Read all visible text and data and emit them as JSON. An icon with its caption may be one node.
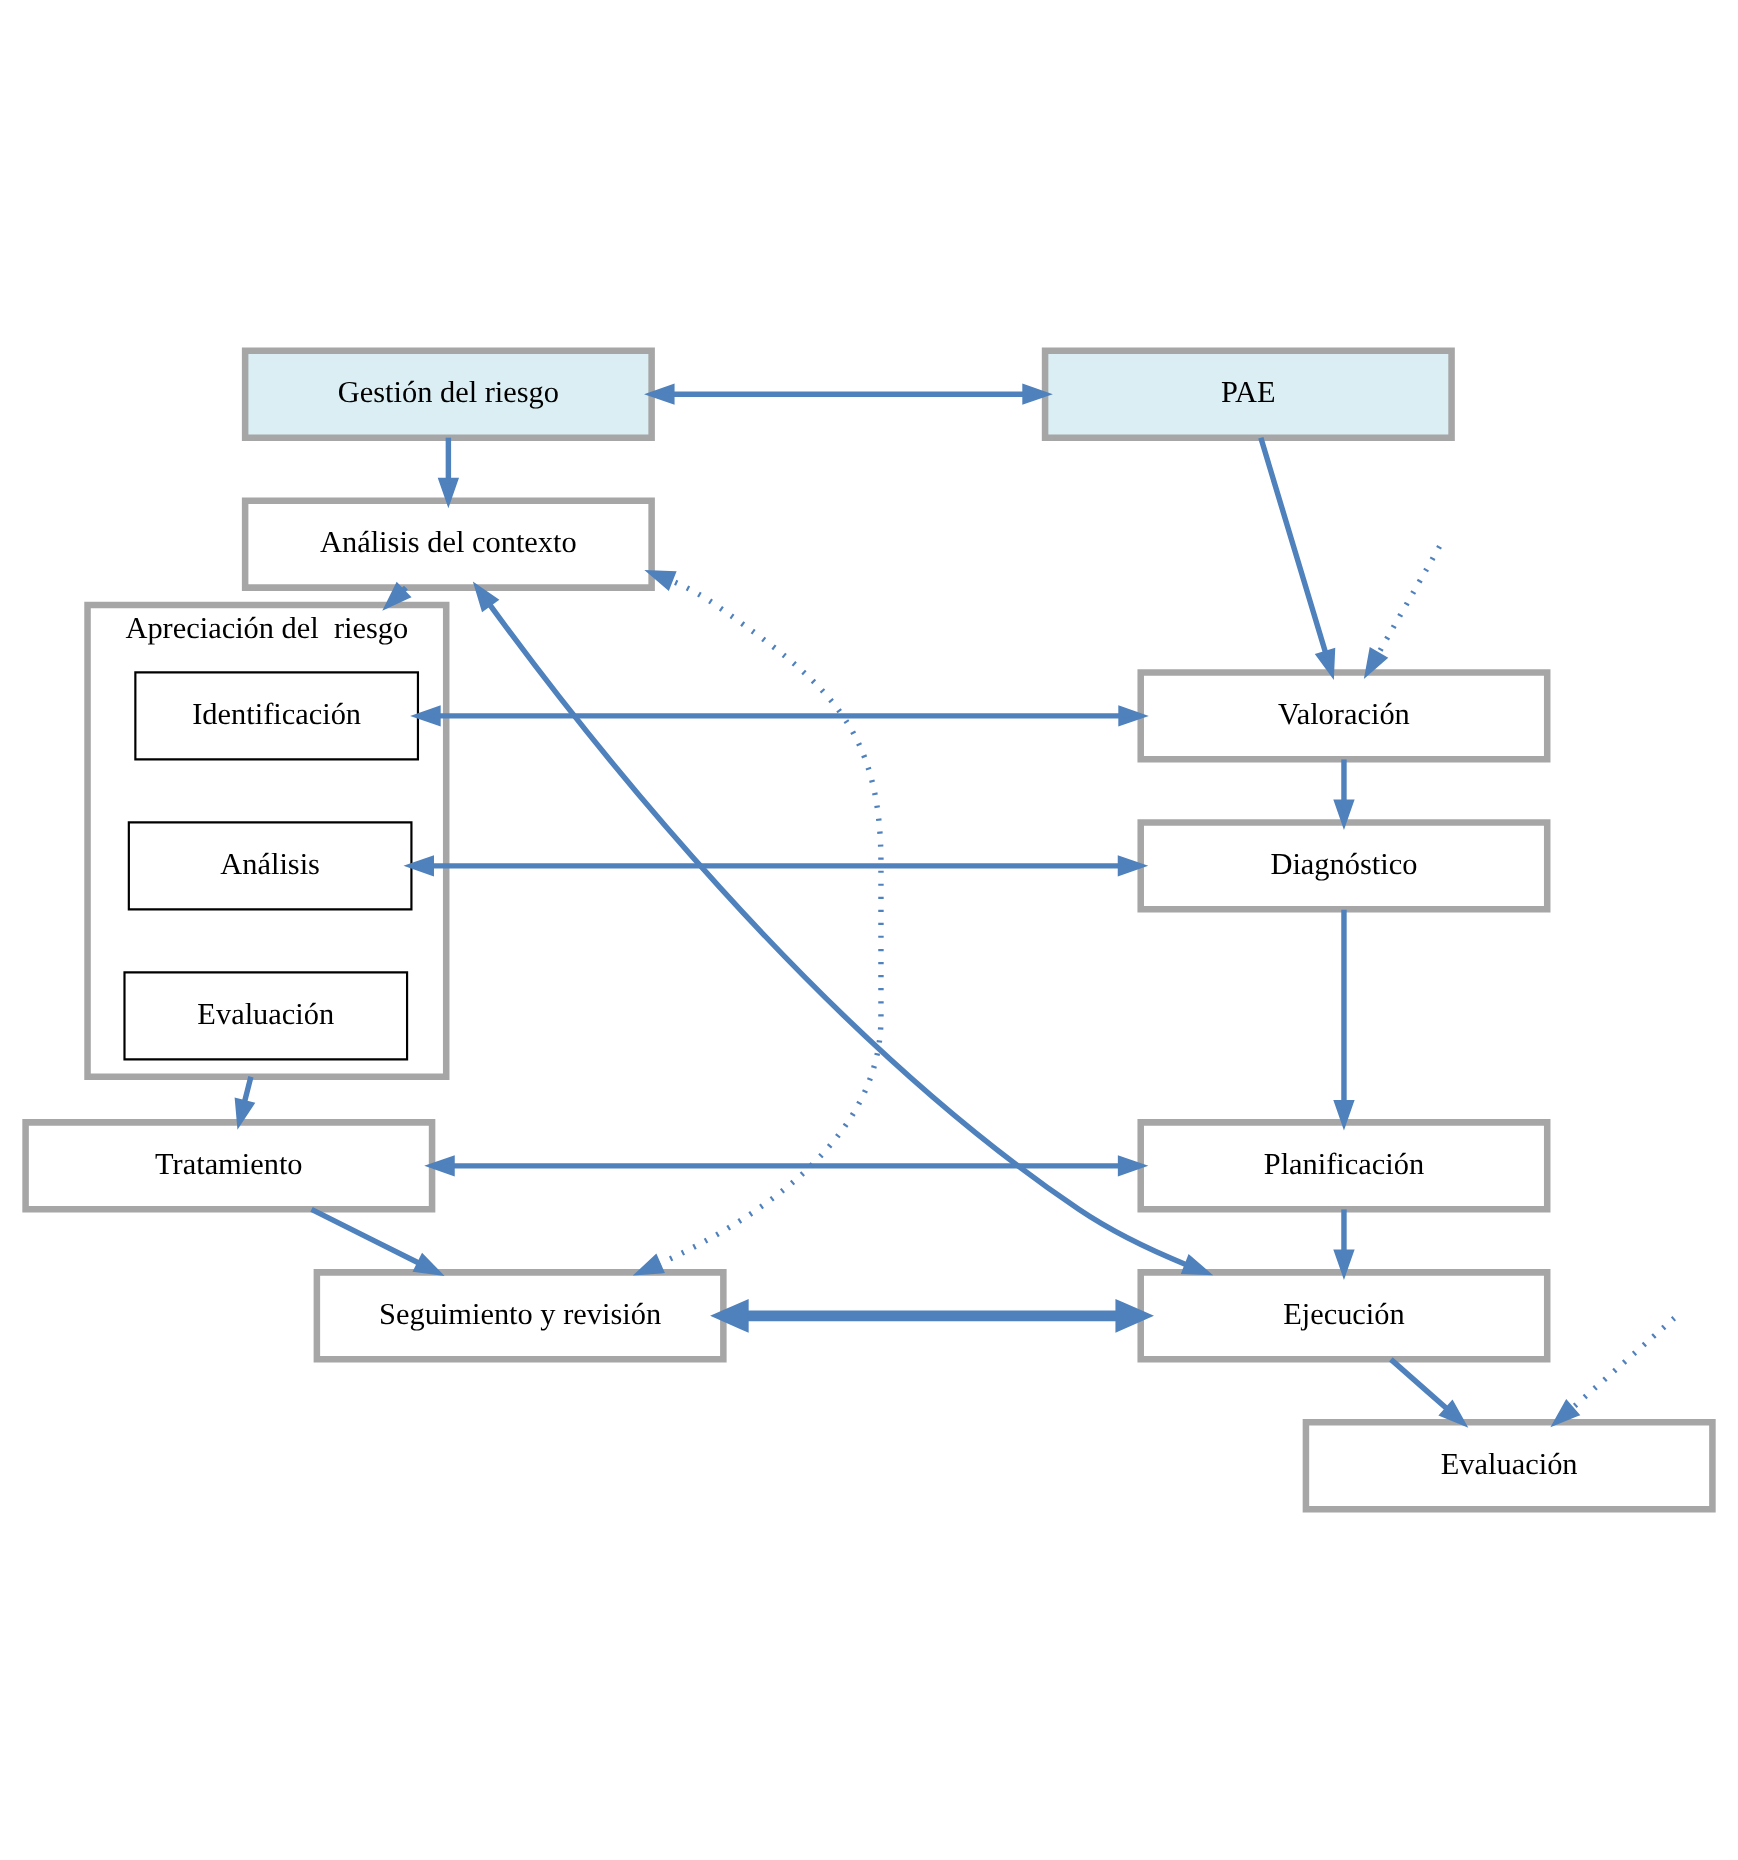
{
  "diagram": {
    "nodes": [
      {
        "text": [
          "Gestión del riesgo"
        ]
      },
      {
        "text": [
          "PAE"
        ]
      },
      {
        "text": [
          "Análisis del contexto"
        ]
      },
      {
        "text": [
          "Apreciación del  riesgo"
        ]
      },
      {
        "text": [
          "Identificación"
        ],
        "in": 3
      },
      {
        "text": [
          "Análisis"
        ],
        "in": 3
      },
      {
        "text": [
          "Evaluación"
        ],
        "in": 3
      },
      {
        "text": [
          "Tratamiento"
        ]
      },
      {
        "text": [
          "Seguimiento y revisión"
        ]
      },
      {
        "text": [
          "Valoración"
        ]
      },
      {
        "text": [
          "Diagnóstico"
        ]
      },
      {
        "text": [
          "Planificación"
        ]
      },
      {
        "text": [
          "Ejecución"
        ]
      },
      {
        "text": [
          "Evaluación"
        ]
      }
    ],
    "edges": [
      {
        "from": 0,
        "to": 1,
        "arrow": "both"
      },
      {
        "from": 0,
        "to": 2,
        "arrow": "to"
      },
      {
        "from": 2,
        "to": 3,
        "arrow": "to"
      },
      {
        "from": 3,
        "to": 7,
        "arrow": "to"
      },
      {
        "from": 7,
        "to": 8,
        "arrow": "to"
      },
      {
        "from": 8,
        "to": 2,
        "arrow": "both",
        "style": "dashed"
      },
      {
        "from": 1,
        "to": 9,
        "arrow": "to"
      },
      {
        "from": null,
        "to": 9,
        "arrow": "to",
        "style": "dashed"
      },
      {
        "from": 9,
        "to": 10,
        "arrow": "to"
      },
      {
        "from": 10,
        "to": 11,
        "arrow": "to"
      },
      {
        "from": 11,
        "to": 12,
        "arrow": "to"
      },
      {
        "from": 12,
        "to": 13,
        "arrow": "to"
      },
      {
        "from": null,
        "to": 13,
        "arrow": "to",
        "style": "dashed"
      },
      {
        "from": 4,
        "to": 9,
        "arrow": "both"
      },
      {
        "from": 5,
        "to": 10,
        "arrow": "both"
      },
      {
        "from": 7,
        "to": 11,
        "arrow": "both"
      },
      {
        "from": 8,
        "to": 12,
        "arrow": "both",
        "style": "thick"
      },
      {
        "from": 2,
        "to": 12,
        "arrow": "both"
      }
    ]
  }
}
